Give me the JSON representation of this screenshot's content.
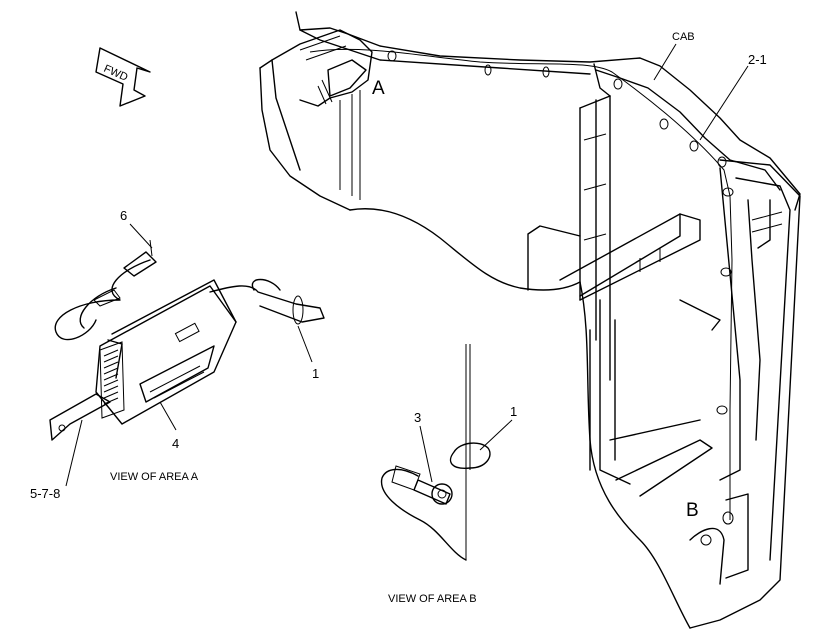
{
  "fwd_label": "FWD",
  "labels": {
    "cab": "CAB",
    "item_2_1": "2-1",
    "area_a": "A",
    "area_b": "B",
    "item_6": "6",
    "item_1_a": "1",
    "item_4": "4",
    "item_5_7_8": "5-7-8",
    "item_3": "3",
    "item_1_b": "1"
  },
  "views": {
    "view_a": "VIEW OF AREA A",
    "view_b": "VIEW OF AREA B"
  }
}
